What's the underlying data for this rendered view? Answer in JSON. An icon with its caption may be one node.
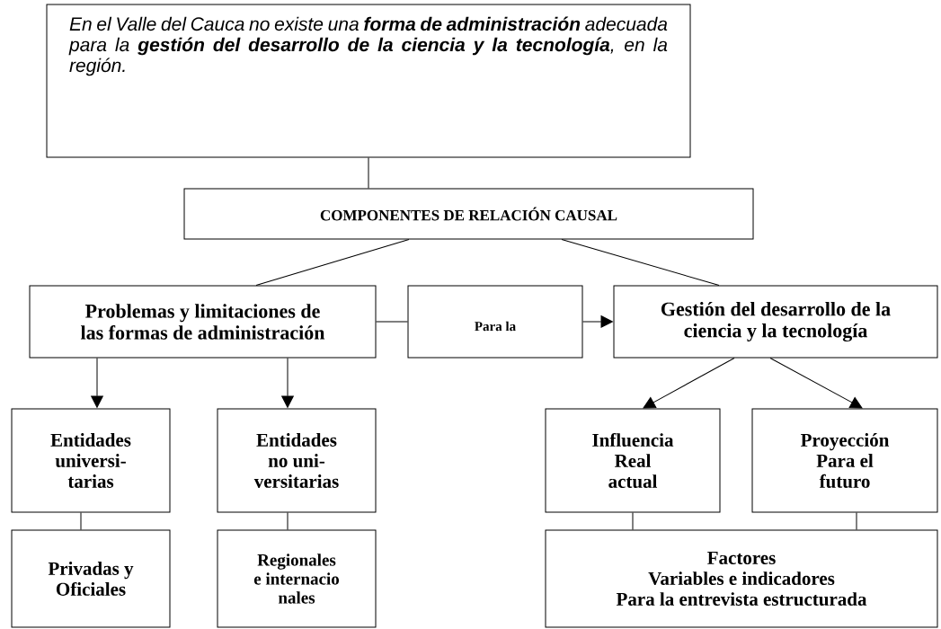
{
  "diagram": {
    "nodes": [
      {
        "text": [
          "En el Valle del Cauca no existe una **forma de administración** adecuada para la **gestión del desarrollo de la ciencia y la tecnología**, en la región."
        ]
      },
      {
        "text": [
          "COMPONENTES DE RELACIÓN CAUSAL"
        ]
      },
      {
        "text": [
          "Problemas y limitaciones de",
          "las formas de administración"
        ]
      },
      {
        "text": [
          "Para la"
        ]
      },
      {
        "text": [
          "Gestión del desarrollo de la",
          "ciencia y la tecnología"
        ]
      },
      {
        "text": [
          "Entidades",
          "universi-",
          "tarias"
        ]
      },
      {
        "text": [
          "Entidades",
          "no uni-",
          "versitarias"
        ]
      },
      {
        "text": [
          "Influencia",
          "Real",
          "actual"
        ]
      },
      {
        "text": [
          "Proyección",
          "Para el",
          "futuro"
        ]
      },
      {
        "text": [
          "Privadas y",
          "Oficiales"
        ]
      },
      {
        "text": [
          "Regionales",
          "e internacio",
          "nales"
        ]
      },
      {
        "text": [
          "Factores",
          "Variables e indicadores",
          "Para la entrevista estructurada"
        ]
      }
    ],
    "edges": [
      {
        "from": 0,
        "to": 1,
        "arrow": "none"
      },
      {
        "from": 1,
        "to": 2,
        "arrow": "none"
      },
      {
        "from": 1,
        "to": 4,
        "arrow": "none"
      },
      {
        "from": 2,
        "to": 3,
        "arrow": "none"
      },
      {
        "from": 3,
        "to": 4,
        "arrow": "to"
      },
      {
        "from": 2,
        "to": 5,
        "arrow": "to"
      },
      {
        "from": 2,
        "to": 6,
        "arrow": "to"
      },
      {
        "from": 4,
        "to": 7,
        "arrow": "to"
      },
      {
        "from": 4,
        "to": 8,
        "arrow": "to"
      },
      {
        "from": 5,
        "to": 9,
        "arrow": "none"
      },
      {
        "from": 6,
        "to": 10,
        "arrow": "none"
      },
      {
        "from": 7,
        "to": 11,
        "arrow": "none"
      },
      {
        "from": 8,
        "to": 11,
        "arrow": "none"
      }
    ]
  }
}
